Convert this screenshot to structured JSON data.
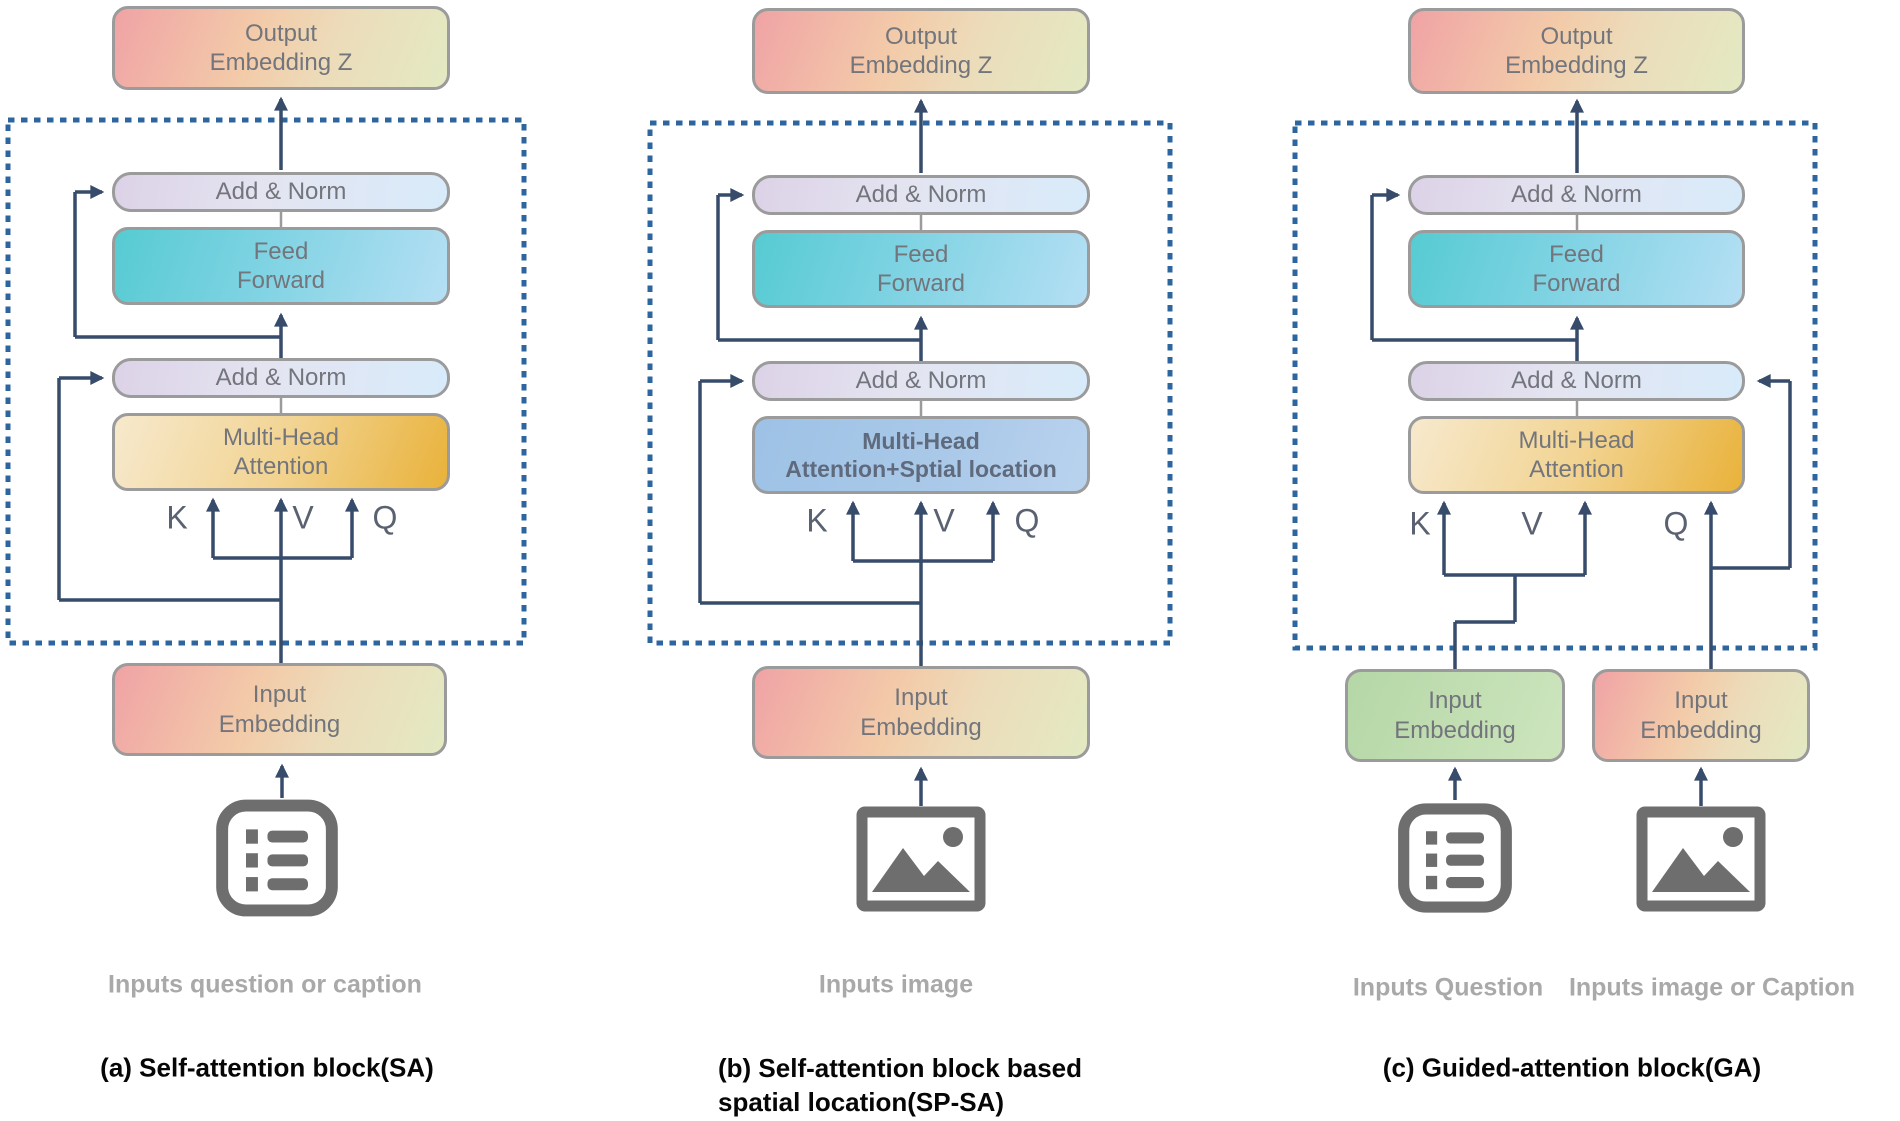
{
  "figure": {
    "type": "architecture-diagram",
    "colors": {
      "arrow": "#374b6b",
      "dotted_border": "#2d659f",
      "box_border": "#9b9b9b",
      "warm_gradient_start": "#f0a3a5",
      "warm_gradient_end": "#e3eac3",
      "addnorm_gradient_start": "#dcd2e7",
      "addnorm_gradient_end": "#d8ebfa",
      "feedforward_gradient_start": "#56cbd2",
      "feedforward_gradient_end": "#b5dff4",
      "attention_gradient_start": "#f7e9cd",
      "attention_gradient_end": "#e9b23a",
      "attention_spatial_fill": "#a5c8e8",
      "green_gradient_start": "#b5d7a7",
      "green_gradient_end": "#cde5bd",
      "caption_gray": "#a9a9a9"
    }
  },
  "panels": [
    {
      "id": "a",
      "output_line1": "Output",
      "output_line2": "Embedding Z",
      "add_norm_top": "Add & Norm",
      "ff_line1": "Feed",
      "ff_line2": "Forward",
      "add_norm_bottom": "Add & Norm",
      "mha_line1": "Multi-Head",
      "mha_line2": "Attention",
      "k": "K",
      "v": "V",
      "q": "Q",
      "input_line1": "Input",
      "input_line2": "Embedding",
      "input_icon": "list-icon",
      "caption": "Inputs question or caption",
      "title": "(a) Self-attention block(SA)"
    },
    {
      "id": "b",
      "output_line1": "Output",
      "output_line2": "Embedding Z",
      "add_norm_top": "Add & Norm",
      "ff_line1": "Feed",
      "ff_line2": "Forward",
      "add_norm_bottom": "Add & Norm",
      "mha_line1": "Multi-Head",
      "mha_line2": "Attention+Sptial location",
      "k": "K",
      "v": "V",
      "q": "Q",
      "input_line1": "Input",
      "input_line2": "Embedding",
      "input_icon": "image-icon",
      "caption": "Inputs image",
      "title_line1": "(b) Self-attention block based",
      "title_line2": "spatial location(SP-SA)"
    },
    {
      "id": "c",
      "output_line1": "Output",
      "output_line2": "Embedding Z",
      "add_norm_top": "Add & Norm",
      "ff_line1": "Feed",
      "ff_line2": "Forward",
      "add_norm_bottom": "Add & Norm",
      "mha_line1": "Multi-Head",
      "mha_line2": "Attention",
      "k": "K",
      "v": "V",
      "q": "Q",
      "input_question_line1": "Input",
      "input_question_line2": "Embedding",
      "input_question_icon": "list-icon",
      "caption_question": "Inputs Question",
      "input_image_line1": "Input",
      "input_image_line2": "Embedding",
      "input_image_icon": "image-icon",
      "caption_image": "Inputs image or Caption",
      "title": "(c) Guided-attention block(GA)"
    }
  ]
}
